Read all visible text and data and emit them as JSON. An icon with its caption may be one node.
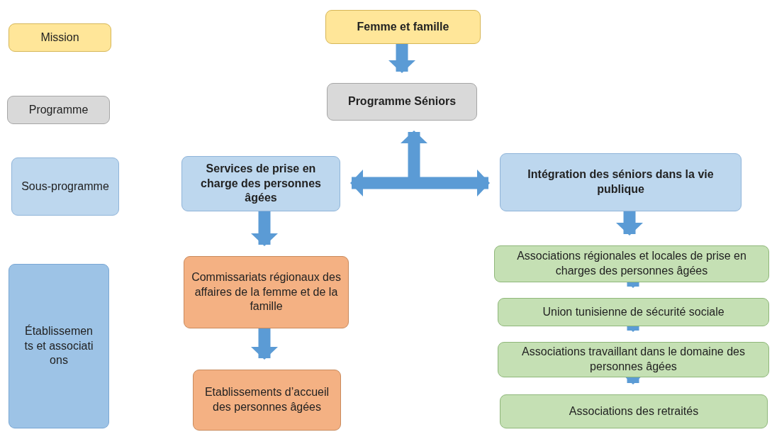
{
  "diagram": {
    "nodes": [
      {
        "text": [
          "Mission"
        ]
      },
      {
        "text": [
          "Programme"
        ]
      },
      {
        "text": [
          "Sous-programme"
        ]
      },
      {
        "text": [
          "Établissements et associations"
        ]
      },
      {
        "text": [
          "Femme et famille"
        ]
      },
      {
        "text": [
          "Programme Séniors"
        ]
      },
      {
        "text": [
          "Services de prise en charge des personnes âgées"
        ]
      },
      {
        "text": [
          "Intégration des séniors dans la vie publique"
        ]
      },
      {
        "text": [
          "Commissariats régionaux des affaires de la femme et de la famille"
        ]
      },
      {
        "text": [
          "Etablissements d’accueil des personnes âgées"
        ]
      },
      {
        "text": [
          "Associations régionales et locales de prise en charges des personnes âgées"
        ]
      },
      {
        "text": [
          "Union tunisienne  de sécurité sociale"
        ]
      },
      {
        "text": [
          "Associations travaillant dans le domaine des personnes âgées"
        ]
      },
      {
        "text": [
          "Associations des retraités"
        ]
      }
    ],
    "edges": [
      {
        "from": 4,
        "to": 5,
        "arrow": "to"
      },
      {
        "from": null,
        "to": 5,
        "arrow": "to"
      },
      {
        "from": 6,
        "to": 7,
        "arrow": "both"
      },
      {
        "from": 6,
        "to": 8,
        "arrow": "to"
      },
      {
        "from": 8,
        "to": 9,
        "arrow": "to"
      },
      {
        "from": 7,
        "to": 10,
        "arrow": "to"
      },
      {
        "from": 10,
        "to": 11,
        "arrow": "to"
      },
      {
        "from": 11,
        "to": 12,
        "arrow": "to"
      },
      {
        "from": 12,
        "to": 13,
        "arrow": "to"
      }
    ]
  }
}
